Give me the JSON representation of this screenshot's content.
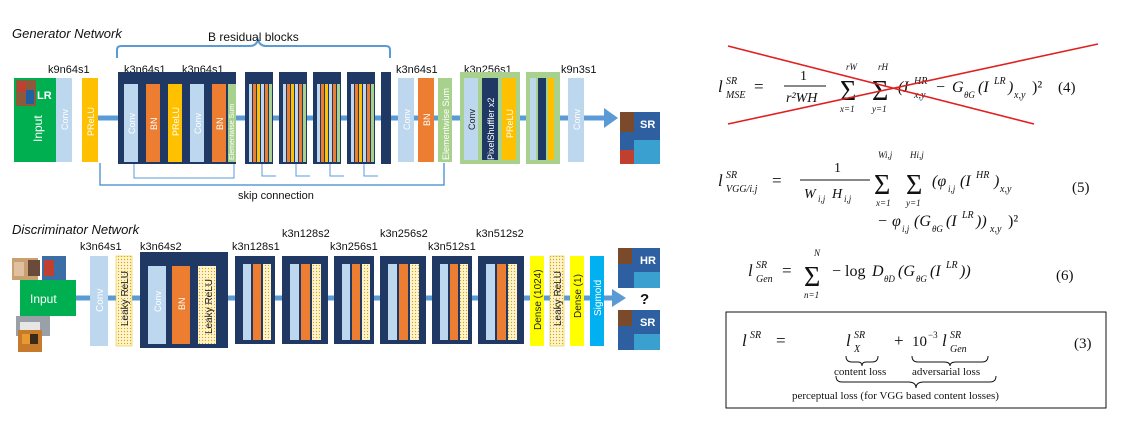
{
  "generator": {
    "title": "Generator Network",
    "residual_label": "B residual blocks",
    "skip_label": "skip connection",
    "kernel_labels": [
      "k9n64s1",
      "k3n64s1",
      "k3n64s1",
      "k3n64s1",
      "k3n256s1",
      "k9n3s1"
    ],
    "input_label": "Input",
    "input_tag": "LR",
    "output_tag": "SR",
    "layers": {
      "conv": "Conv",
      "prelu": "PReLU",
      "bn": "BN",
      "esum": "Elementwise Sum",
      "pixshuf": "PixelShuffler x2"
    }
  },
  "discriminator": {
    "title": "Discriminator Network",
    "kernel_labels": [
      "k3n64s1",
      "k3n64s2",
      "k3n128s1",
      "k3n128s2",
      "k3n256s1",
      "k3n256s2",
      "k3n512s1",
      "k3n512s2"
    ],
    "input_label": "Input",
    "out_hr": "HR",
    "out_sr": "SR",
    "question": "?",
    "layers": {
      "conv": "Conv",
      "leaky": "Leaky ReLU",
      "bn": "BN",
      "dense1024": "Dense (1024)",
      "dense1": "Dense (1)",
      "sigmoid": "Sigmoid"
    }
  },
  "equations": {
    "eq4_num": "(4)",
    "eq5_num": "(5)",
    "eq6_num": "(6)",
    "eq3_num": "(3)",
    "content_loss": "content loss",
    "adversarial_loss": "adversarial loss",
    "perceptual_loss": "perceptual loss (for VGG based content losses)"
  },
  "colors": {
    "conv": "#bdd7ee",
    "prelu": "#ffc000",
    "bn": "#ed7d31",
    "esum": "#a9d18e",
    "block": "#1f3864",
    "arrow": "#5b9bd5",
    "input": "#00b050",
    "dense": "#ffff00",
    "sigmoid": "#00b0f0",
    "cross": "#e02020"
  }
}
